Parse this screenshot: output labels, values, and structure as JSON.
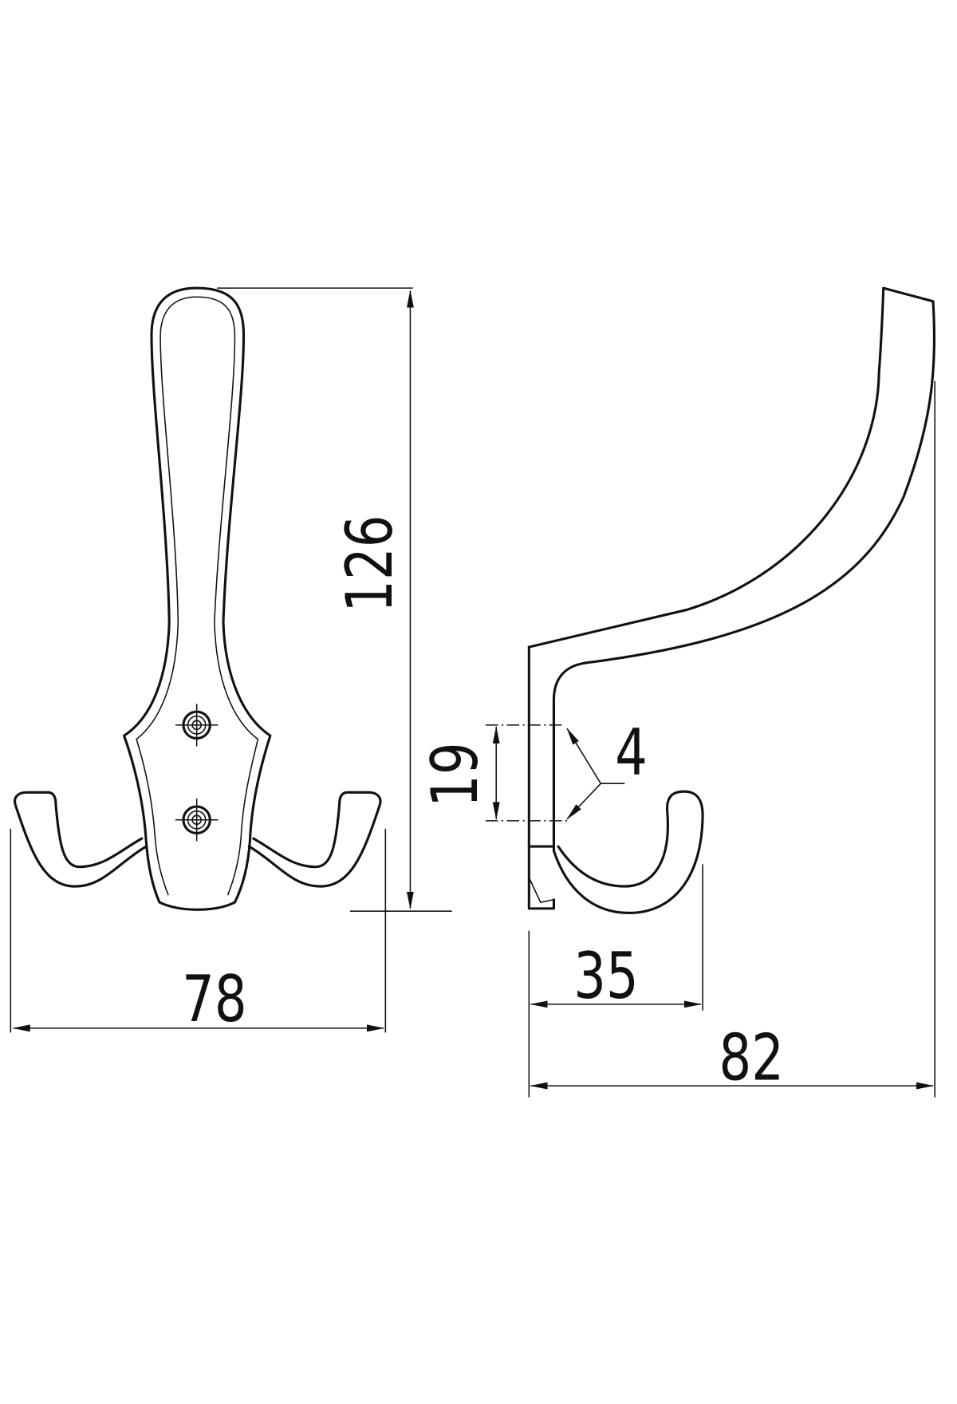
{
  "drawing": {
    "front_view": {
      "height_label": "126",
      "width_label": "78"
    },
    "side_view": {
      "depth_label": "82",
      "lower_hook_label": "35",
      "hole_spacing_label": "19",
      "hole_diameter_label": "4"
    },
    "line_color": "#111111",
    "background": "#ffffff"
  }
}
